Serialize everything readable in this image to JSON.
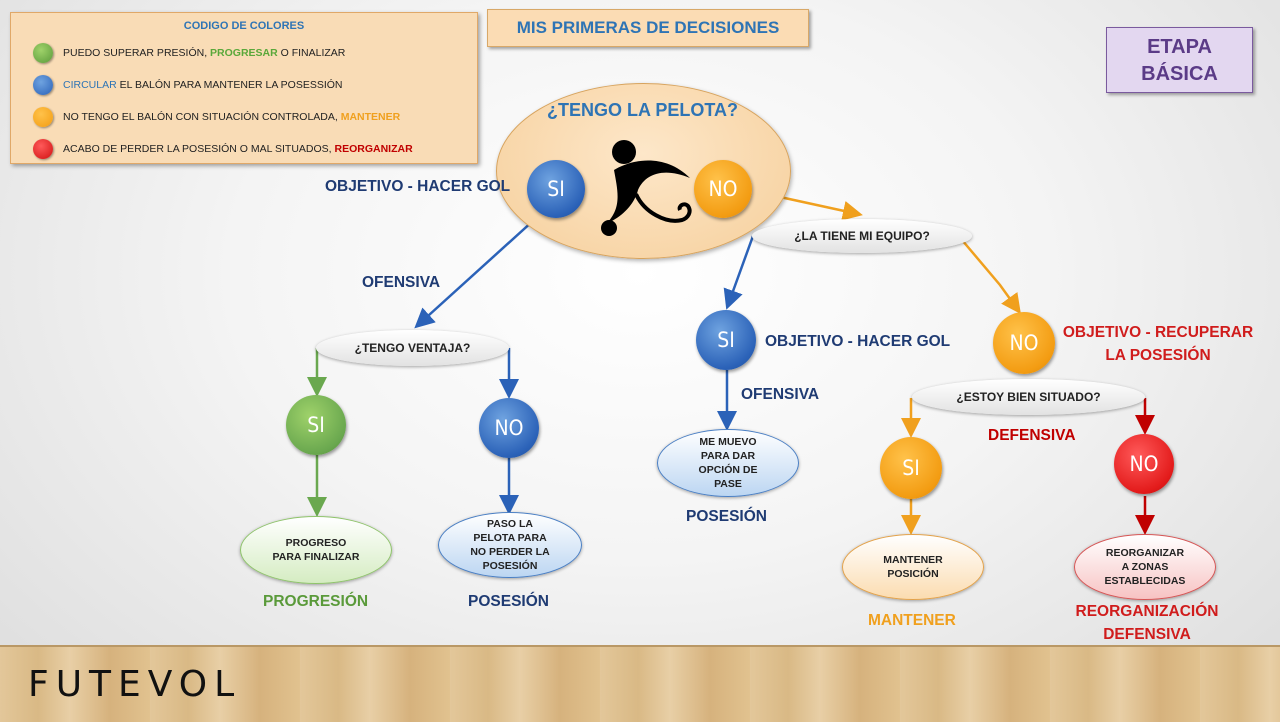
{
  "legend": {
    "title": "CODIGO DE COLORES",
    "items": [
      {
        "pre": "PUEDO SUPERAR PRESIÓN, ",
        "key": "PROGRESAR",
        "post": " O FINALIZAR",
        "color": "#5aa83a"
      },
      {
        "pre": "",
        "key": "CIRCULAR",
        "post": " EL BALÓN PARA MANTENER LA POSESSIÓN",
        "color": "#2e74b5"
      },
      {
        "pre": "NO TENGO EL BALÓN CON SITUACIÓN CONTROLADA, ",
        "key": "MANTENER",
        "post": "",
        "color": "#f0a01e"
      },
      {
        "pre": "ACABO DE PERDER LA POSESIÓN O MAL SITUADOS, ",
        "key": "REORGANIZAR",
        "post": "",
        "color": "#c00000"
      }
    ]
  },
  "title": "MIS PRIMERAS DE DECISIONES",
  "etapa": {
    "line1": "ETAPA",
    "line2": "BÁSICA"
  },
  "main_question": "¿TENGO LA PELOTA?",
  "yes": "SI",
  "no": "NO",
  "objetivo_gol": "OBJETIVO - HACER GOL",
  "ofensiva": "OFENSIVA",
  "q_ventaja": "¿TENGO VENTAJA?",
  "q_equipo": "¿LA TIENE MI EQUIPO?",
  "q_situado": "¿ESTOY BIEN SITUADO?",
  "objetivo_recuperar": {
    "line1": "OBJETIVO -  RECUPERAR",
    "line2": "LA POSESIÓN"
  },
  "defensiva": "DEFENSIVA",
  "results": {
    "progreso": "PROGRESO\nPARA FINALIZAR",
    "paso": "PASO LA\nPELOTA PARA\nNO PERDER LA\nPOSESIÓN",
    "muevo": "ME MUEVO\nPARA DAR\nOPCIÓN DE\nPASE",
    "mantener": "MANTENER\nPOSICIÓN",
    "reorganizar": "REORGANIZAR\nA ZONAS\nESTABLECIDAS"
  },
  "outcomes": {
    "progresion": "PROGRESIÓN",
    "posesion": "POSESIÓN",
    "mantener": "MANTENER",
    "reorg1": "REORGANIZACIÓN",
    "reorg2": "DEFENSIVA"
  },
  "logo": "FUTEVOL"
}
